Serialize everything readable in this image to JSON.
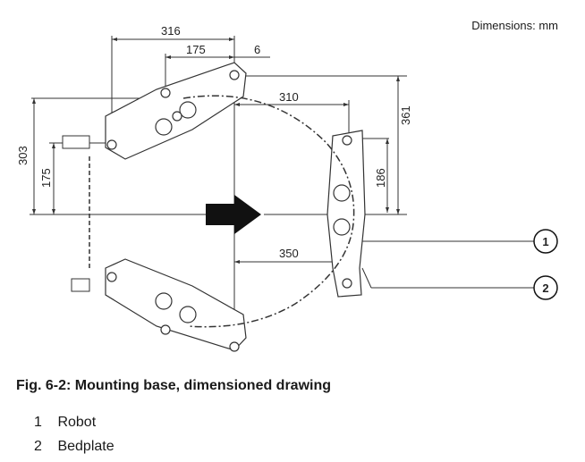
{
  "units_label": "Dimensions: mm",
  "dimensions": {
    "d316": "316",
    "d175_top": "175",
    "d6": "6",
    "d310": "310",
    "d361": "361",
    "d303": "303",
    "d175_left": "175",
    "d186": "186",
    "d350": "350"
  },
  "callouts": [
    "1",
    "2"
  ],
  "caption": "Fig. 6-2: Mounting base, dimensioned drawing",
  "legend": [
    {
      "num": "1",
      "label": "Robot"
    },
    {
      "num": "2",
      "label": "Bedplate"
    }
  ]
}
